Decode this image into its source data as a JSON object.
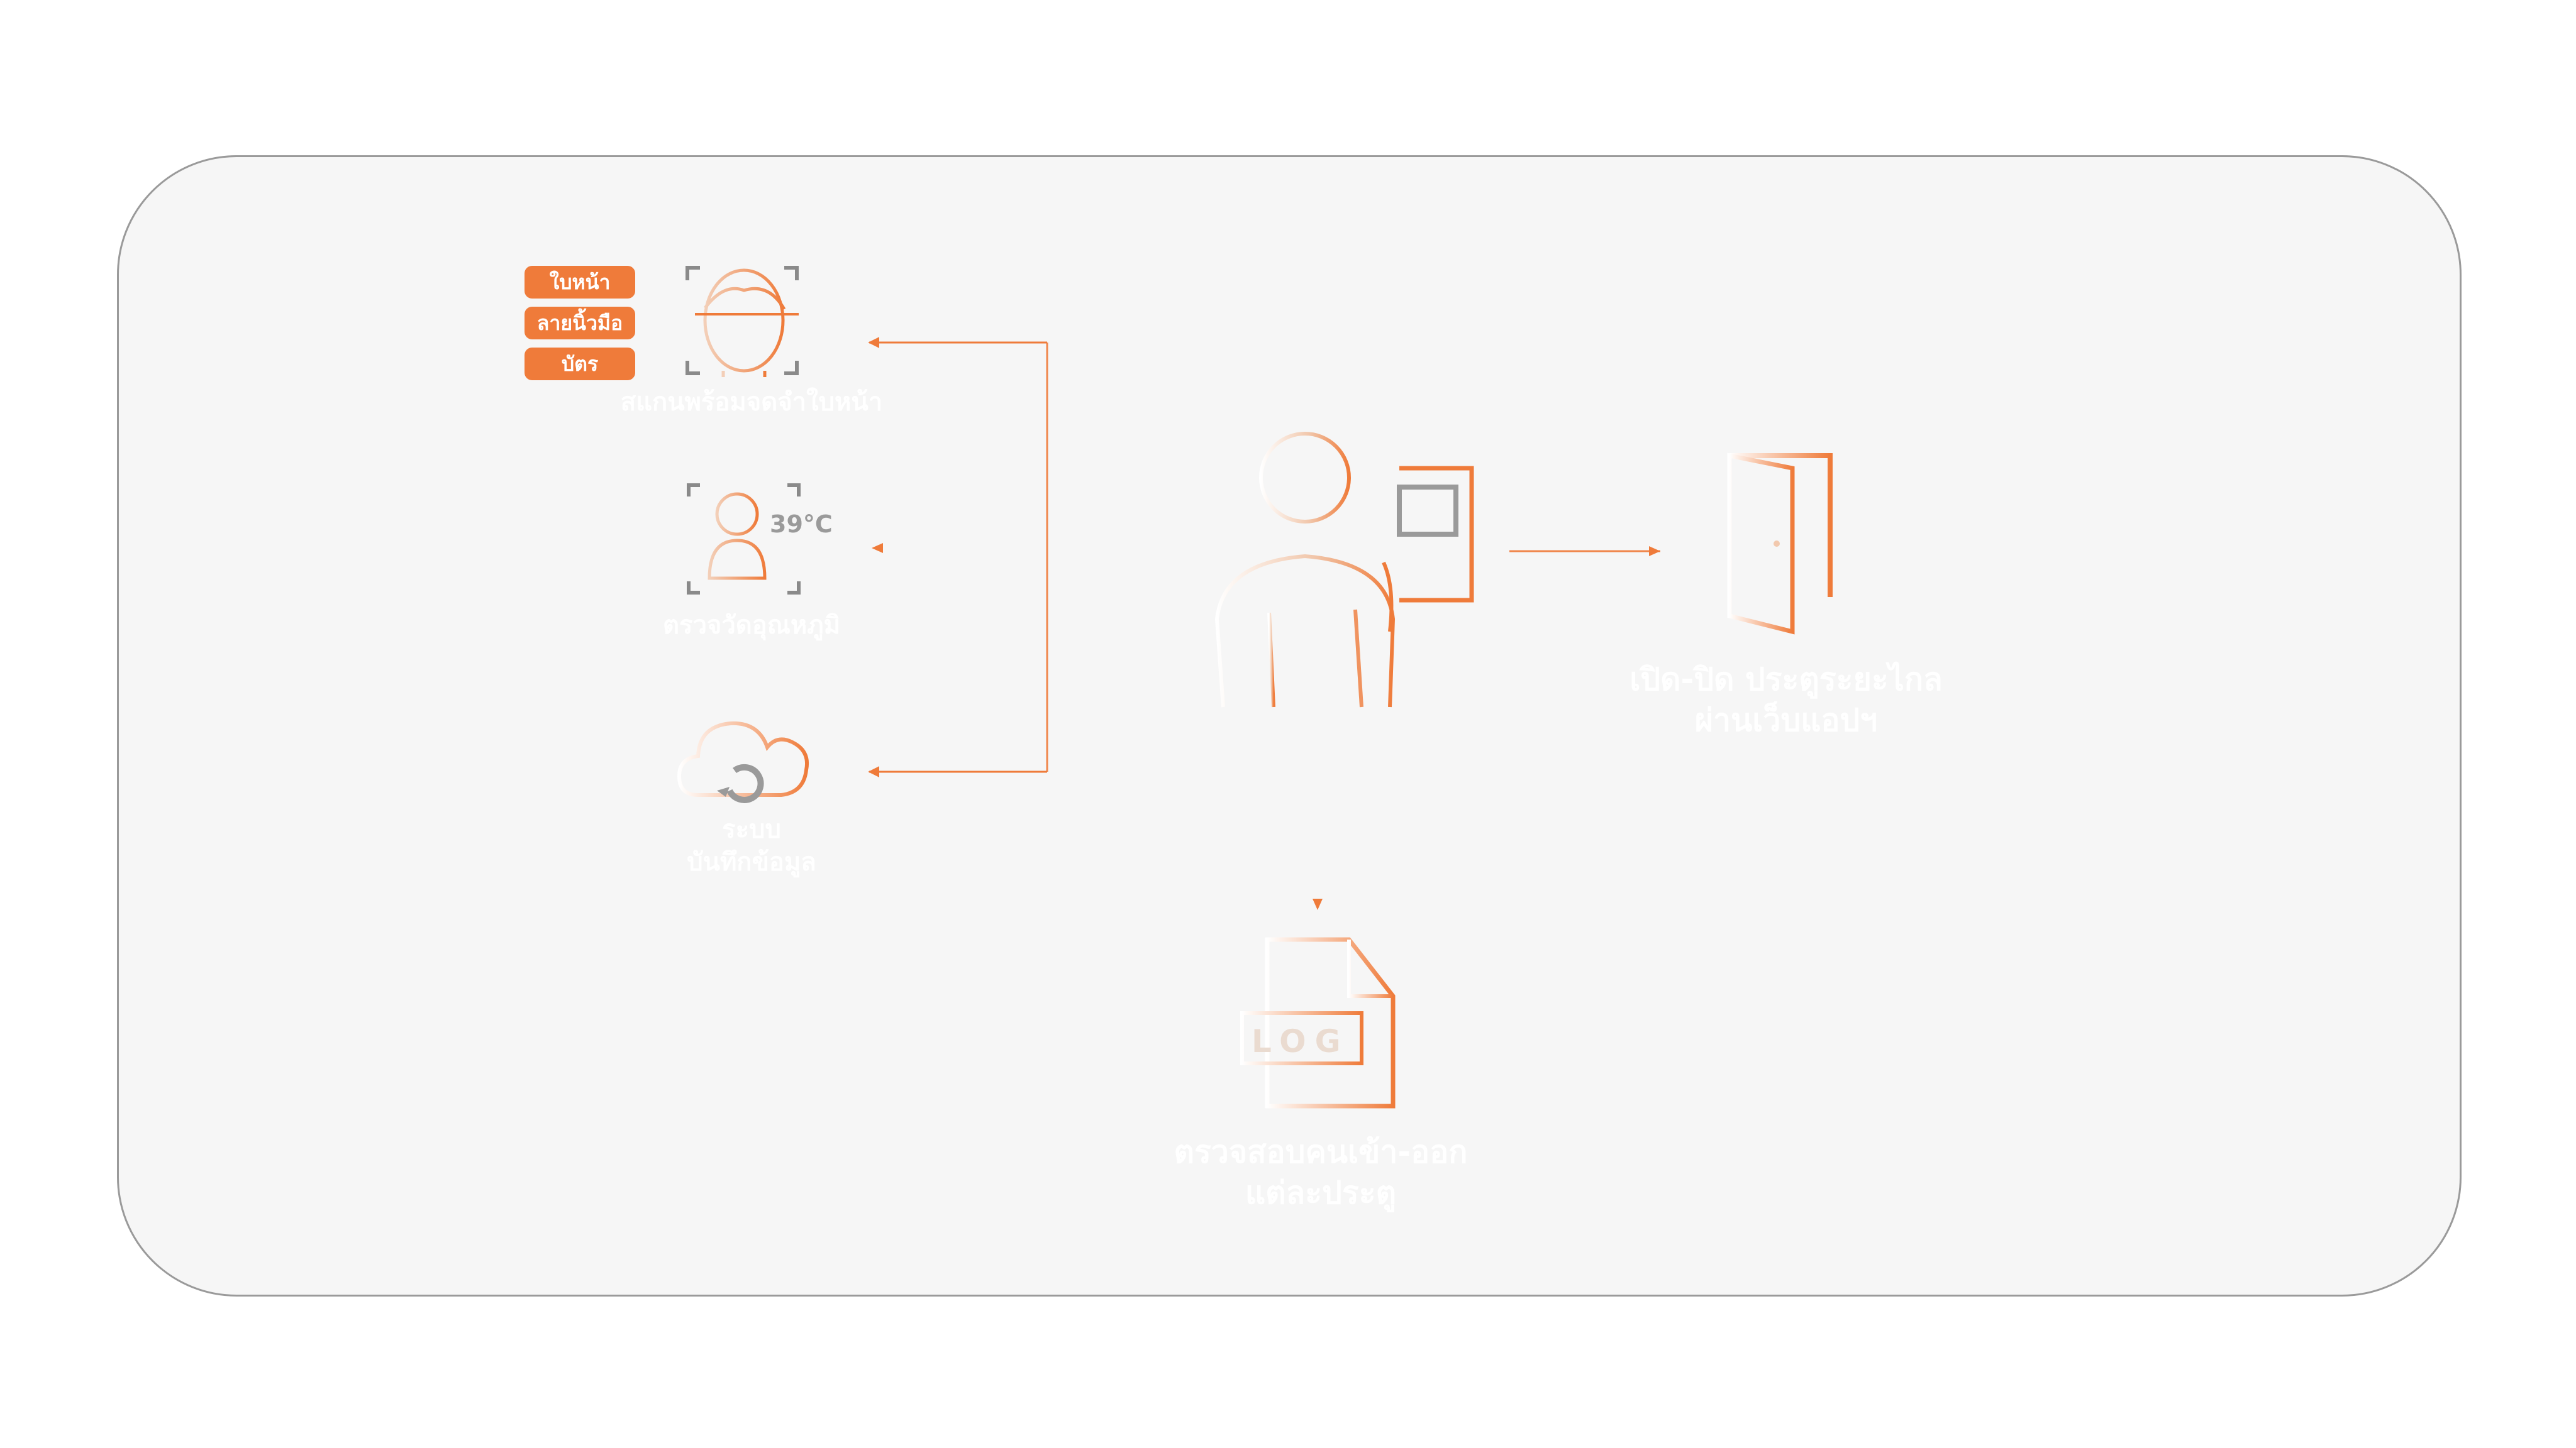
{
  "colors": {
    "accent": "#ef7b3a",
    "panel_bg": "#f6f6f6",
    "panel_border": "#9a9a9a",
    "icon_gray": "#9a9a9a",
    "caption_text": "#ffffff"
  },
  "auth_methods": [
    "ใบหน้า",
    "ลายนิ้วมือ",
    "บัตร"
  ],
  "features": {
    "face_scan": {
      "label": "สแกนพร้อมจดจำใบหน้า",
      "icon": "face-scan-icon"
    },
    "temperature": {
      "label": "ตรวจวัดอุณหภูมิ",
      "reading": "39°C",
      "icon": "temperature-person-icon"
    },
    "cloud": {
      "label_line1": "ระบบ",
      "label_line2": "บันทึกข้อมูล",
      "icon": "cloud-sync-icon"
    },
    "door": {
      "label_line1": "เปิด-ปิด ประตูระยะไกล",
      "label_line2": "ผ่านเว็บแอปฯ",
      "icon": "door-open-icon"
    },
    "log": {
      "label_line1": "ตรวจสอบคนเข้า-ออก",
      "label_line2": "แต่ละประตู",
      "icon_text": "LOG",
      "icon": "log-file-icon"
    }
  },
  "center": {
    "icon": "person-with-terminal-icon"
  }
}
